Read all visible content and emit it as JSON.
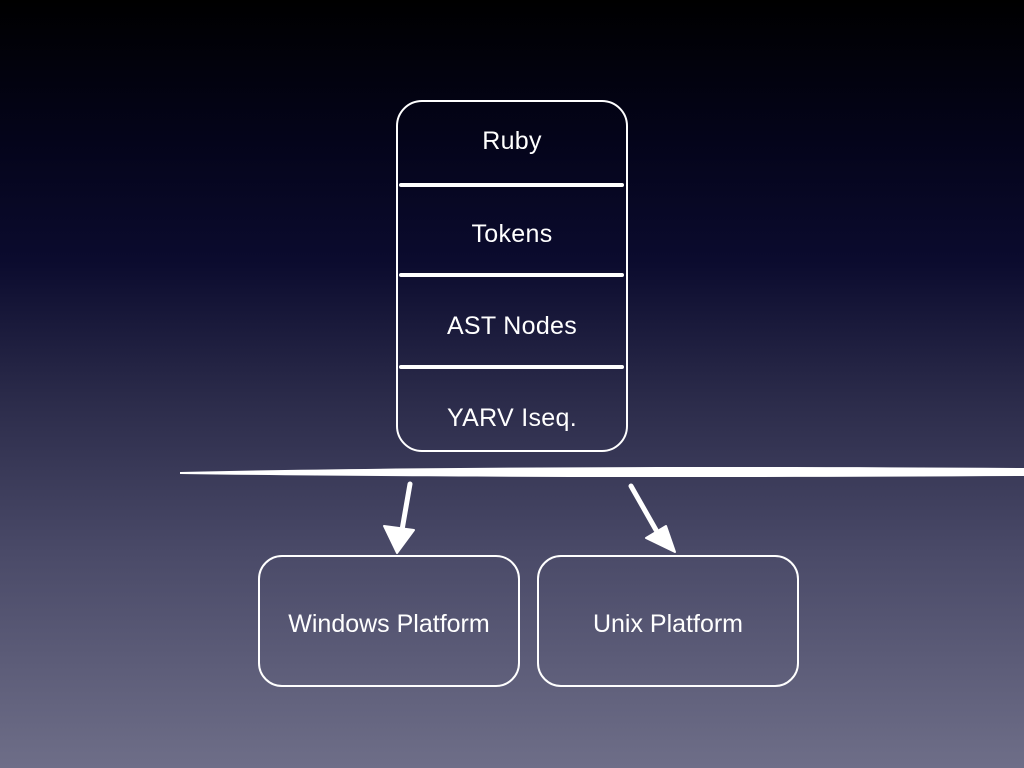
{
  "stack": {
    "layers": [
      {
        "label": "Ruby"
      },
      {
        "label": "Tokens"
      },
      {
        "label": "AST Nodes"
      },
      {
        "label": "YARV Iseq."
      }
    ]
  },
  "platforms": [
    {
      "label": "Windows Platform"
    },
    {
      "label": "Unix Platform"
    }
  ],
  "colors": {
    "stroke": "#ffffff",
    "background_top": "#000000",
    "background_bottom": "#6e6e88"
  }
}
